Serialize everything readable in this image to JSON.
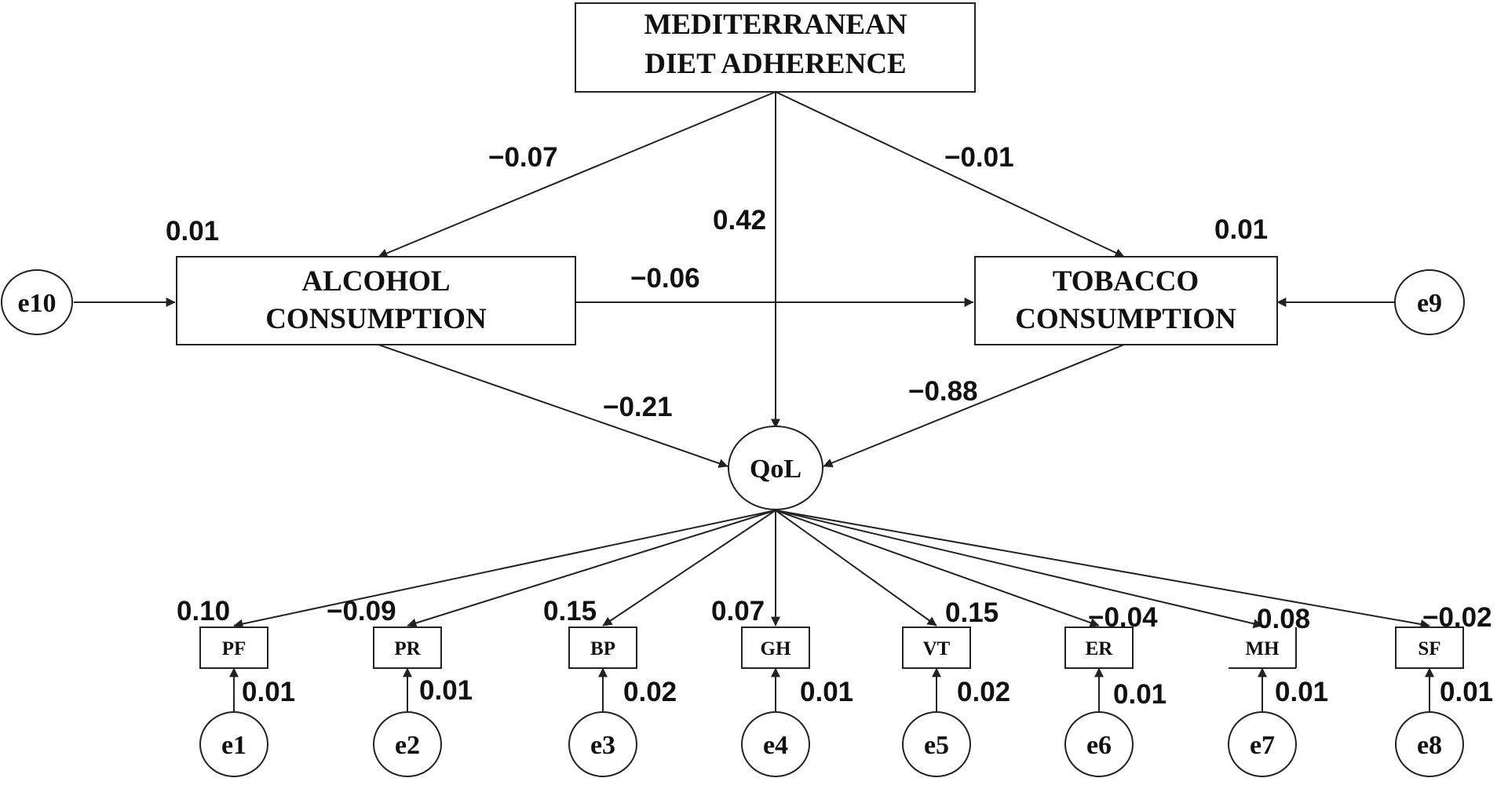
{
  "constructs": {
    "mediterranean": {
      "line1": "MEDITERRANEAN",
      "line2": "DIET ADHERENCE"
    },
    "alcohol": {
      "line1": "ALCOHOL",
      "line2": "CONSUMPTION"
    },
    "tobacco": {
      "line1": "TOBACCO",
      "line2": "CONSUMPTION"
    },
    "qol": "QoL"
  },
  "errors": {
    "e10": "e10",
    "e9": "e9",
    "indicators": [
      "e1",
      "e2",
      "e3",
      "e4",
      "e5",
      "e6",
      "e7",
      "e8"
    ]
  },
  "indicators": [
    "PF",
    "PR",
    "BP",
    "GH",
    "VT",
    "ER",
    "MH",
    "SF"
  ],
  "paths": {
    "med_to_alcohol": "−0.07",
    "med_to_qol": "0.42",
    "med_to_tobacco": "−0.01",
    "alcohol_to_tobacco": "−0.06",
    "alcohol_to_qol": "−0.21",
    "tobacco_to_qol": "−0.88",
    "alcohol_r2": "0.01",
    "tobacco_r2": "0.01"
  },
  "loadings": [
    "0.10",
    "−0.09",
    "0.15",
    "0.07",
    "0.15",
    "−0.04",
    "0.08",
    "−0.02"
  ],
  "error_values": [
    "0.01",
    "0.01",
    "0.02",
    "0.01",
    "0.02",
    "0.01",
    "0.01",
    "0.01"
  ]
}
